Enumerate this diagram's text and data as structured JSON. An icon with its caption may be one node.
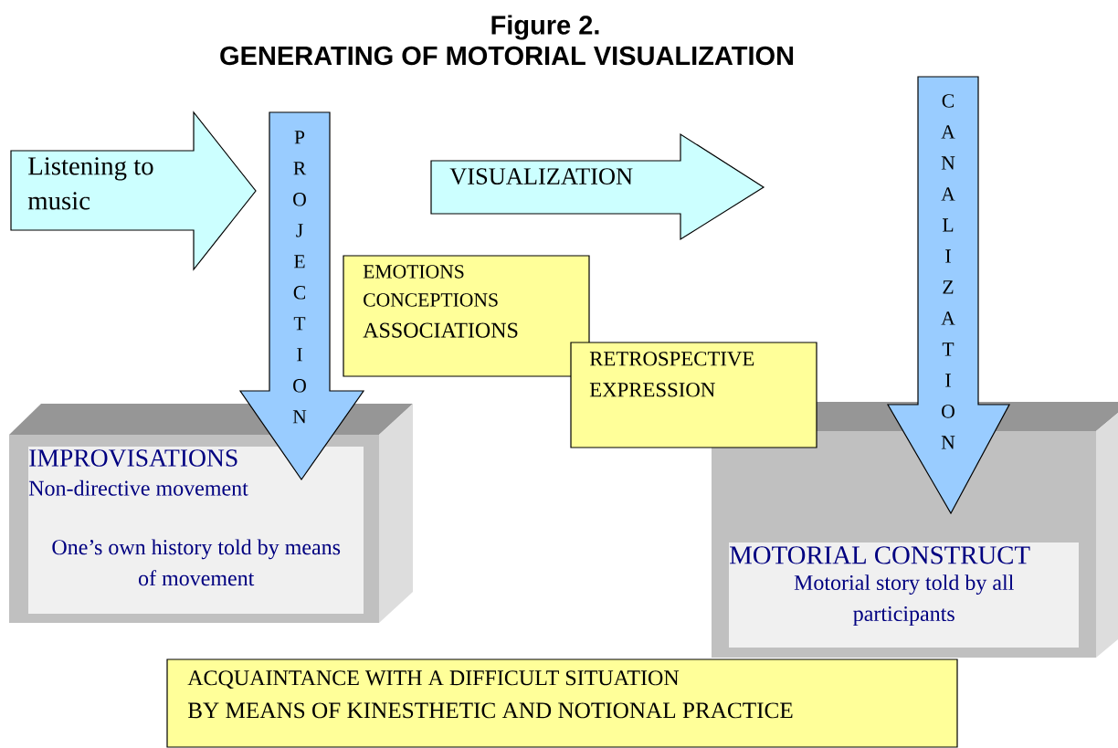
{
  "diagram": {
    "title": "GENERATING OF MOTORIAL VISUALIZATION",
    "nodes": [
      {
        "text": [
          "Listening to music"
        ]
      },
      {
        "text": [
          "PROJECTION"
        ]
      },
      {
        "text": [
          "VISUALIZATION"
        ]
      },
      {
        "text": [
          "EMOTIONS",
          "CONCEPTIONS",
          "ASSOCIATIONS"
        ]
      },
      {
        "text": [
          "RETROSPECTIVE EXPRESSION"
        ]
      },
      {
        "text": [
          "CANALIZATION"
        ]
      },
      {
        "text": [
          "IMPROVISATIONS",
          "Non-directive movement",
          "One’s own history told by means of movement"
        ]
      },
      {
        "text": [
          "MOTORIAL CONSTRUCT",
          "Motorial story told by all participants"
        ]
      },
      {
        "text": [
          "ACQUAINTANCE WITH A DIFFICULT SITUATION",
          "BY MEANS OF KINESTHETIC AND NOTIONAL PRACTICE"
        ]
      }
    ],
    "labels": [
      "Figure 2."
    ]
  }
}
